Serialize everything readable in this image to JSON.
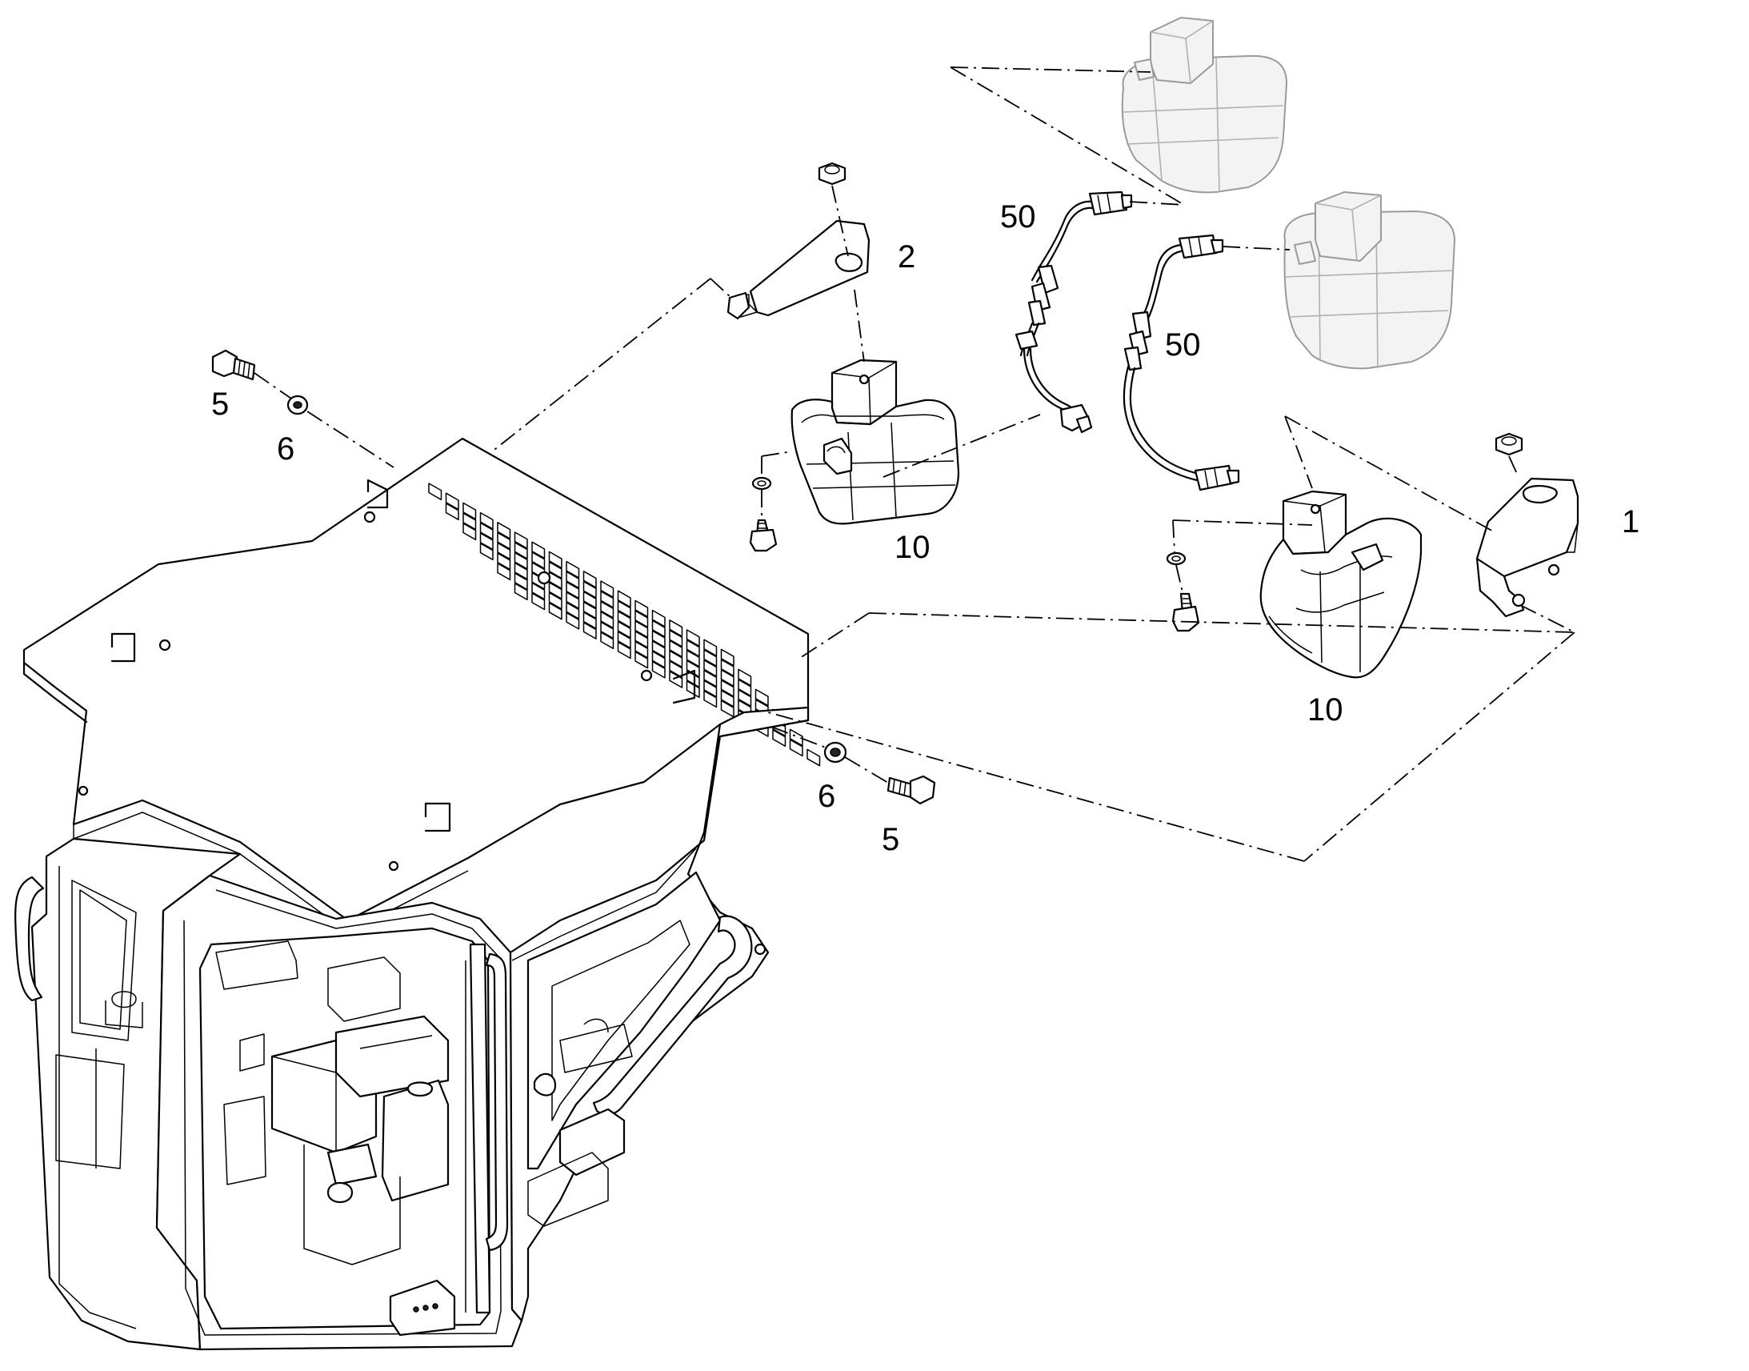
{
  "callouts": [
    {
      "id": "callout-1",
      "text": "1"
    },
    {
      "id": "callout-2",
      "text": "2"
    },
    {
      "id": "callout-5-upper",
      "text": "5"
    },
    {
      "id": "callout-6-upper",
      "text": "6"
    },
    {
      "id": "callout-6-lower",
      "text": "6"
    },
    {
      "id": "callout-5-lower",
      "text": "5"
    },
    {
      "id": "callout-10-left",
      "text": "10"
    },
    {
      "id": "callout-10-right",
      "text": "10"
    },
    {
      "id": "callout-50-upper",
      "text": "50"
    },
    {
      "id": "callout-50-lower",
      "text": "50"
    }
  ]
}
